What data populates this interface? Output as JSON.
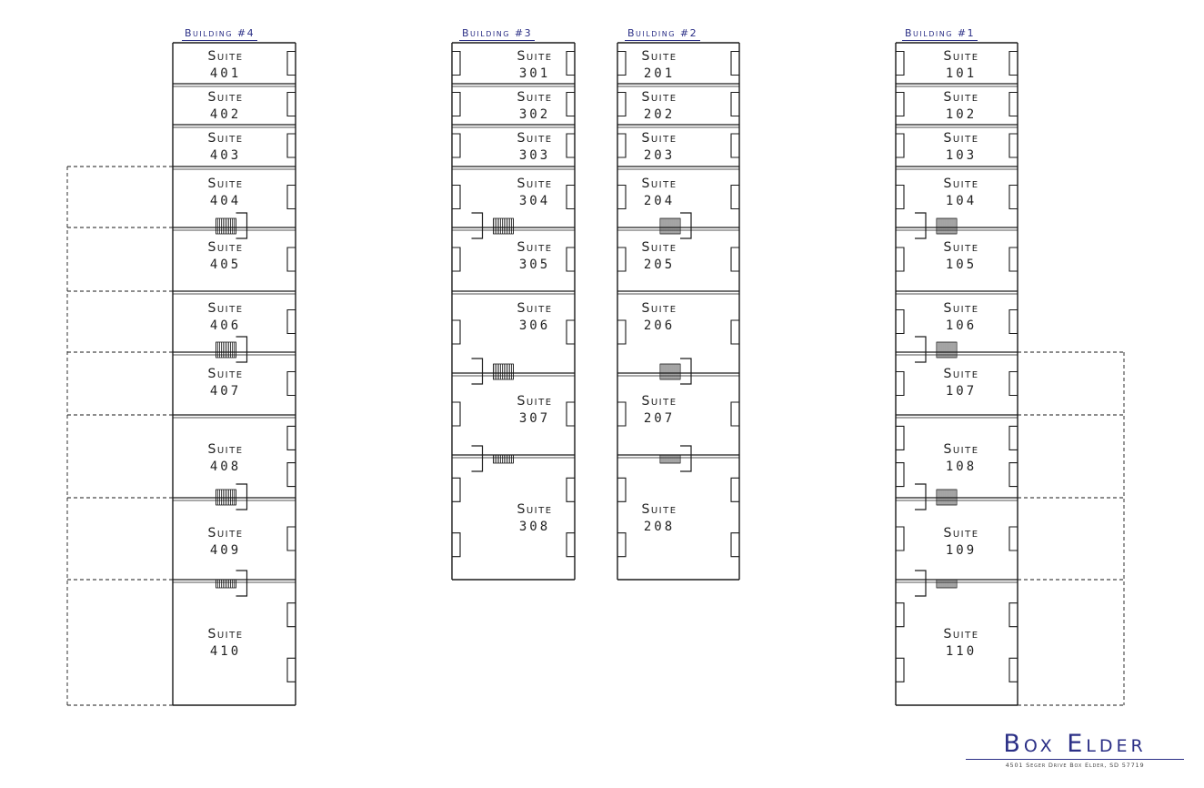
{
  "buildings": [
    {
      "title": "Building #4",
      "suites": [
        "401",
        "402",
        "403",
        "404",
        "405",
        "406",
        "407",
        "408",
        "409",
        "410"
      ]
    },
    {
      "title": "Building #3",
      "suites": [
        "301",
        "302",
        "303",
        "304",
        "305",
        "306",
        "307",
        "308"
      ]
    },
    {
      "title": "Building #2",
      "suites": [
        "201",
        "202",
        "203",
        "204",
        "205",
        "206",
        "207",
        "208"
      ]
    },
    {
      "title": "Building #1",
      "suites": [
        "101",
        "102",
        "103",
        "104",
        "105",
        "106",
        "107",
        "108",
        "109",
        "110"
      ]
    }
  ],
  "suite_word": "Suite",
  "brand": {
    "name": "Box Elder",
    "address": "4501 Seger Drive Box Elder, SD 57719"
  },
  "colors": {
    "brand": "#2b2f86",
    "line": "#1a1a1a"
  }
}
